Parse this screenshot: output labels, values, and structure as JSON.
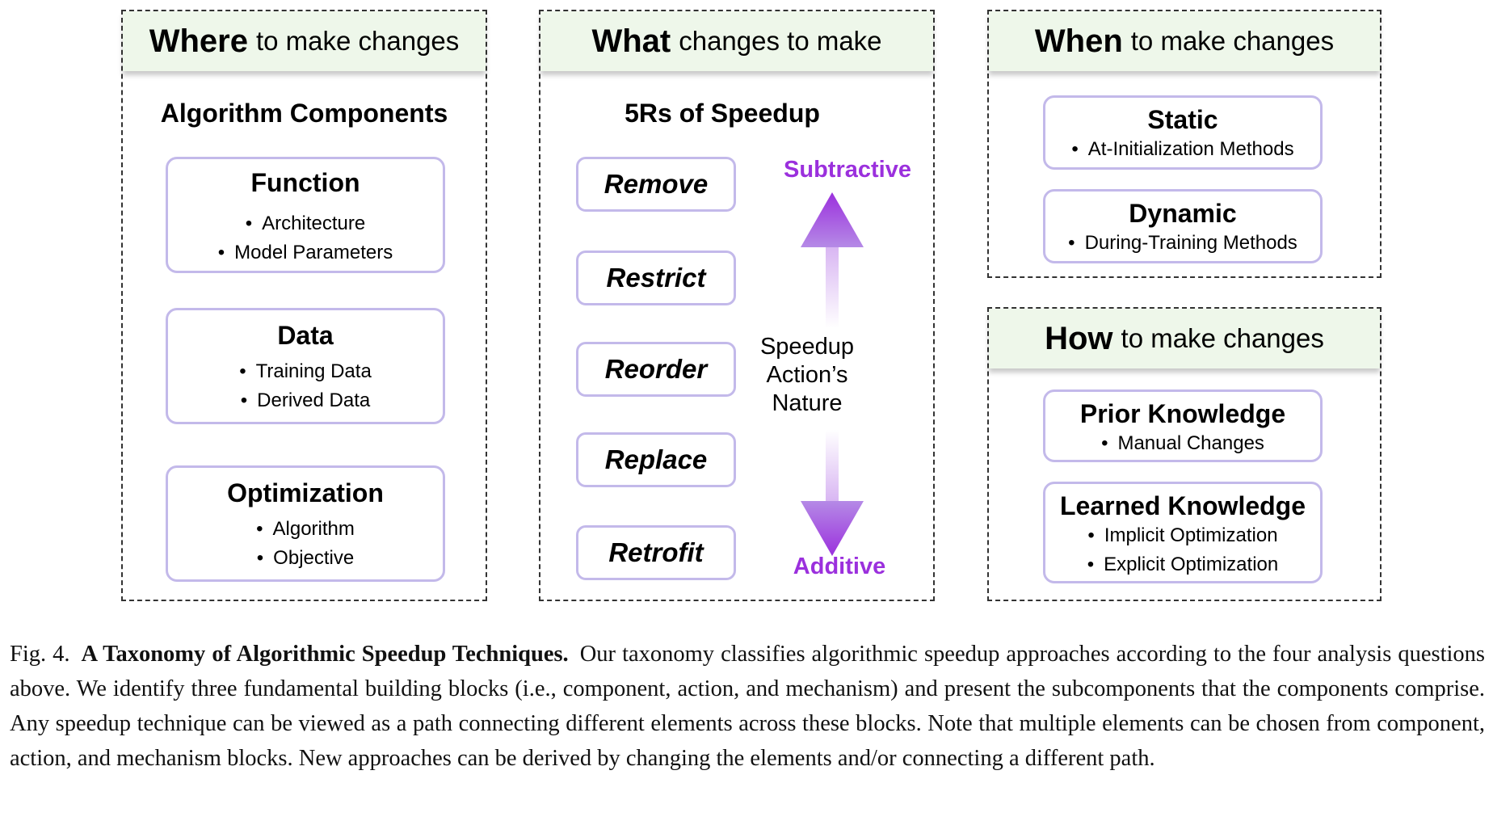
{
  "where": {
    "header_strong": "Where",
    "header_rest": "to make changes",
    "section_title": "Algorithm Components",
    "cards": [
      {
        "title": "Function",
        "items": [
          "Architecture",
          "Model Parameters"
        ]
      },
      {
        "title": "Data",
        "items": [
          "Training Data",
          "Derived Data"
        ]
      },
      {
        "title": "Optimization",
        "items": [
          "Algorithm",
          "Objective"
        ]
      }
    ]
  },
  "what": {
    "header_strong": "What",
    "header_rest": "changes to make",
    "section_title": "5Rs of Speedup",
    "actions": [
      "Remove",
      "Restrict",
      "Reorder",
      "Replace",
      "Retrofit"
    ],
    "top_label": "Subtractive",
    "bottom_label": "Additive",
    "nature_label": "Speedup\nAction’s\nNature",
    "accent_color": "#9b30dd"
  },
  "when": {
    "header_strong": "When",
    "header_rest": "to make changes",
    "cards": [
      {
        "title": "Static",
        "items": [
          "At-Initialization Methods"
        ]
      },
      {
        "title": "Dynamic",
        "items": [
          "During-Training Methods"
        ]
      }
    ]
  },
  "how": {
    "header_strong": "How",
    "header_rest": "to make changes",
    "cards": [
      {
        "title": "Prior Knowledge",
        "items": [
          "Manual Changes"
        ]
      },
      {
        "title": "Learned Knowledge",
        "items": [
          "Implicit Optimization",
          "Explicit Optimization"
        ]
      }
    ]
  },
  "caption": {
    "fig_number": "Fig. 4.",
    "title": "A Taxonomy of Algorithmic Speedup Techniques.",
    "text": "Our taxonomy classifies algorithmic speedup approaches according to the four analysis questions above. We identify three fundamental building blocks (i.e., component, action, and mechanism) and present the subcomponents that the components comprise. Any speedup technique can be viewed as a path connecting different elements across these blocks. Note that multiple elements can be chosen from component, action, and mechanism blocks. New approaches can be derived by changing the elements and/or connecting a different path."
  },
  "colors": {
    "header_bg": "#eef7ea",
    "card_border": "#c3b9ea",
    "arrow_purple": "#9b30dd"
  }
}
